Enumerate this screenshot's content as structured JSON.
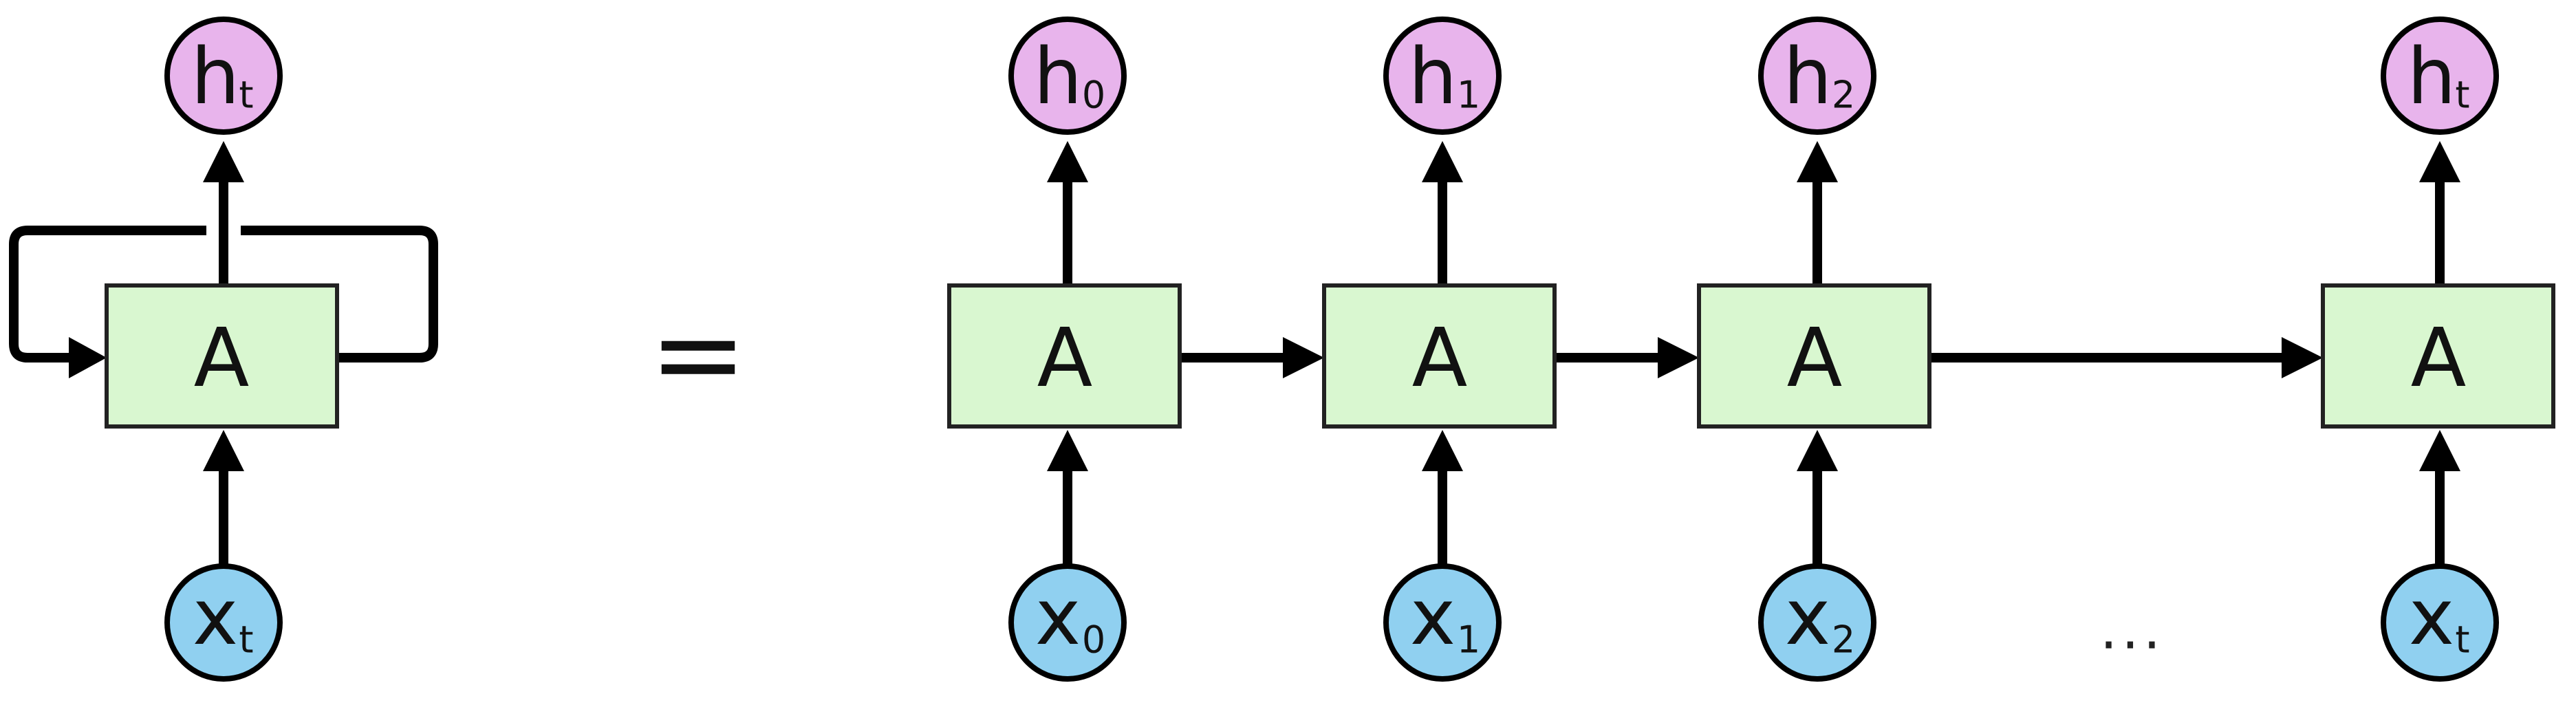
{
  "diagram": {
    "folded": {
      "cell_label": "A",
      "output": {
        "main": "h",
        "sub": "t"
      },
      "input": {
        "main": "x",
        "sub": "t"
      }
    },
    "equals": "=",
    "unrolled": [
      {
        "cell_label": "A",
        "output": {
          "main": "h",
          "sub": "0"
        },
        "input": {
          "main": "x",
          "sub": "0"
        }
      },
      {
        "cell_label": "A",
        "output": {
          "main": "h",
          "sub": "1"
        },
        "input": {
          "main": "x",
          "sub": "1"
        }
      },
      {
        "cell_label": "A",
        "output": {
          "main": "h",
          "sub": "2"
        },
        "input": {
          "main": "x",
          "sub": "2"
        }
      },
      {
        "cell_label": "A",
        "output": {
          "main": "h",
          "sub": "t"
        },
        "input": {
          "main": "x",
          "sub": "t"
        }
      }
    ],
    "ellipsis": "..."
  },
  "colors": {
    "cell_fill": "#d9f7d0",
    "output_node_fill": "#e8b4ec",
    "input_node_fill": "#90d0f0",
    "line": "#000000"
  }
}
